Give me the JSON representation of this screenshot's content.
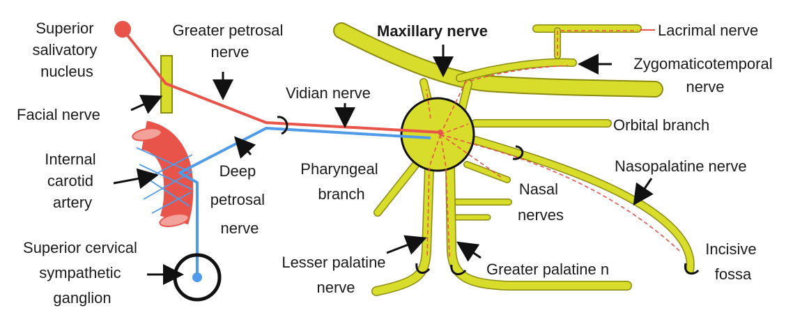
{
  "colors": {
    "nerve_fill": "#d8dc2a",
    "nerve_stroke": "#8a8a10",
    "parasympathetic": "#e8534a",
    "sympathetic": "#4f9be8",
    "artery": "#e8534a",
    "ink": "#111111"
  },
  "labels": {
    "superior_salivatory": [
      "Superior",
      "salivatory",
      "nucleus"
    ],
    "greater_petrosal": [
      "Greater petrosal",
      "nerve"
    ],
    "facial_nerve": "Facial nerve",
    "vidian_nerve": "Vidian nerve",
    "internal_carotid": [
      "Internal",
      "carotid",
      "artery"
    ],
    "deep_petrosal": [
      "Deep",
      "petrosal",
      "nerve"
    ],
    "superior_cervical": [
      "Superior cervical",
      "sympathetic",
      "ganglion"
    ],
    "maxillary_nerve": "Maxillary nerve",
    "lacrimal_nerve": "Lacrimal nerve",
    "zygomaticotemporal": [
      "Zygomaticotemporal",
      "nerve"
    ],
    "orbital_branch": "Orbital branch",
    "nasopalatine_nerve": "Nasopalatine nerve",
    "pharyngeal_branch": [
      "Pharyngeal",
      "branch"
    ],
    "nasal_nerves": [
      "Nasal",
      "nerves"
    ],
    "lesser_palatine": [
      "Lesser palatine",
      "nerve"
    ],
    "greater_palatine": "Greater palatine n",
    "incisive_fossa": [
      "Incisive",
      "fossa"
    ]
  }
}
